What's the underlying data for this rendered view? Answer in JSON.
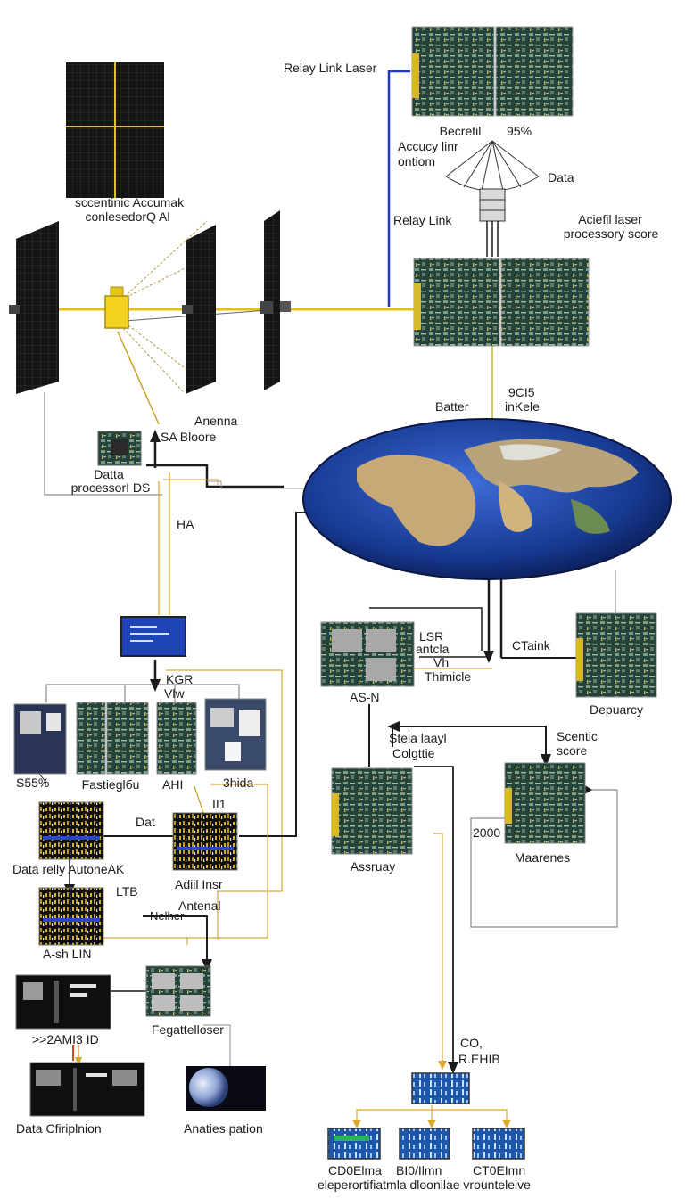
{
  "labels": {
    "relay_link_laser": "Relay Link Laser",
    "scientific_accumak": "sccentinic Accumak",
    "conseedor_ai": "conlesedorQ Al",
    "becretil": "Becretil",
    "pct_95": "95%",
    "accucy_linr": "Accucy linr",
    "ontiom": "ontiom",
    "data_top": "Data",
    "relay_link": "Relay Link",
    "aciefil_laser": "Aciefil laser",
    "processory_score": "processory score",
    "anenna": "Anenna",
    "sa_bloore": "SA Bloore",
    "datta": "Datta",
    "processor_ids": "processorI DS",
    "batter": "Batter",
    "code_9c15": "9CI5",
    "inkele": "inKele",
    "ha": "HA",
    "kgr": "KGR",
    "vlw": "Vlw",
    "s55_pct": "S55%",
    "fastieglou": "Fastieglбu",
    "ahi": "AHI",
    "shida": "3hida",
    "lsr": "LSR",
    "antcla": "antcla",
    "vh": "Vh",
    "thimicle": "Thimicle",
    "ctaink": "CTaink",
    "as_n": "AS-N",
    "depuarcy": "Depuarcy",
    "stela_laayl": "Stela laayl",
    "colgttie": "Colgttie",
    "scentic": "Scentic",
    "score": "score",
    "ii1": "II1",
    "dat": "Dat",
    "data_relly": "Data relly AutoneAK",
    "adiil_insr": "Adiil Insr",
    "code_2000": "2000",
    "assruay": "Assruay",
    "maarenes": "Maarenes",
    "ltb": "LTB",
    "antenal": "Antenal",
    "nelher": "Nelher",
    "a_sh_lin": "A-sh LIN",
    "code_2a": ">>2AMI3 ID",
    "fegattelloser": "Fegattelloser",
    "co": "CO,",
    "r_ehib": "R.EHIB",
    "data_cfiriplnion": "Data Cfiriplnion",
    "anaties_pation": "Anaties pation",
    "cd0elma": "CD0Elma",
    "bi0_ilmn": "BI0/Ilmn",
    "ct0eimn": "CT0EImn",
    "bottom_caption": "eleperortifiatmla dloonilae vrounteleive"
  },
  "colors": {
    "background": "#ffffff",
    "line_dark": "#1b1b1b",
    "line_gray": "#8a8a8a",
    "line_yellow": "#e0b820",
    "line_blue": "#1f35c8",
    "panel_black": "#111111",
    "board_green": "#1f3b2d",
    "chip_gold": "#c9a227",
    "ocean_blue": "#1b3f9a",
    "land": "#c9a877",
    "screen_blue": "#1e44b8"
  },
  "icons": [
    "solar-panel-icon",
    "satellite-bus-icon",
    "antenna-dish-icon",
    "circuit-board-icon",
    "earth-globe-icon",
    "monitor-icon",
    "moon-icon",
    "server-rack-icon",
    "waveform-screen-icon"
  ]
}
